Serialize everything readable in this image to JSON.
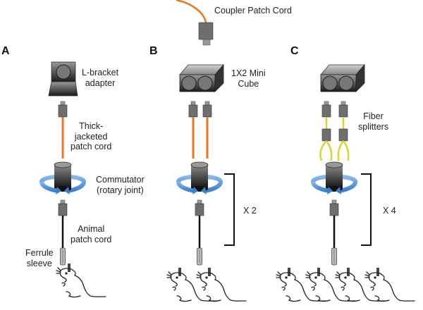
{
  "top": {
    "coupler_label": "Coupler Patch Cord"
  },
  "panels": [
    {
      "letter": "A",
      "adapter_label": "L-bracket\nadapter",
      "cord_label": "Thick-\njacketed\npatch cord",
      "commutator_label": "Commutator\n(rotary joint)",
      "animal_cord_label": "Animal\npatch cord",
      "ferrule_label": "Ferrule\nsleeve"
    },
    {
      "letter": "B",
      "cube_label": "1X2 Mini\nCube",
      "multiplier": "X 2"
    },
    {
      "letter": "C",
      "splitter_label": "Fiber\nsplitters",
      "multiplier": "X 4"
    }
  ],
  "colors": {
    "orange_cord": "#e87722",
    "yellow_cord": "#d6d630",
    "rotation_arrow": "#5b9bd5",
    "connector": "#6e6e6e"
  }
}
